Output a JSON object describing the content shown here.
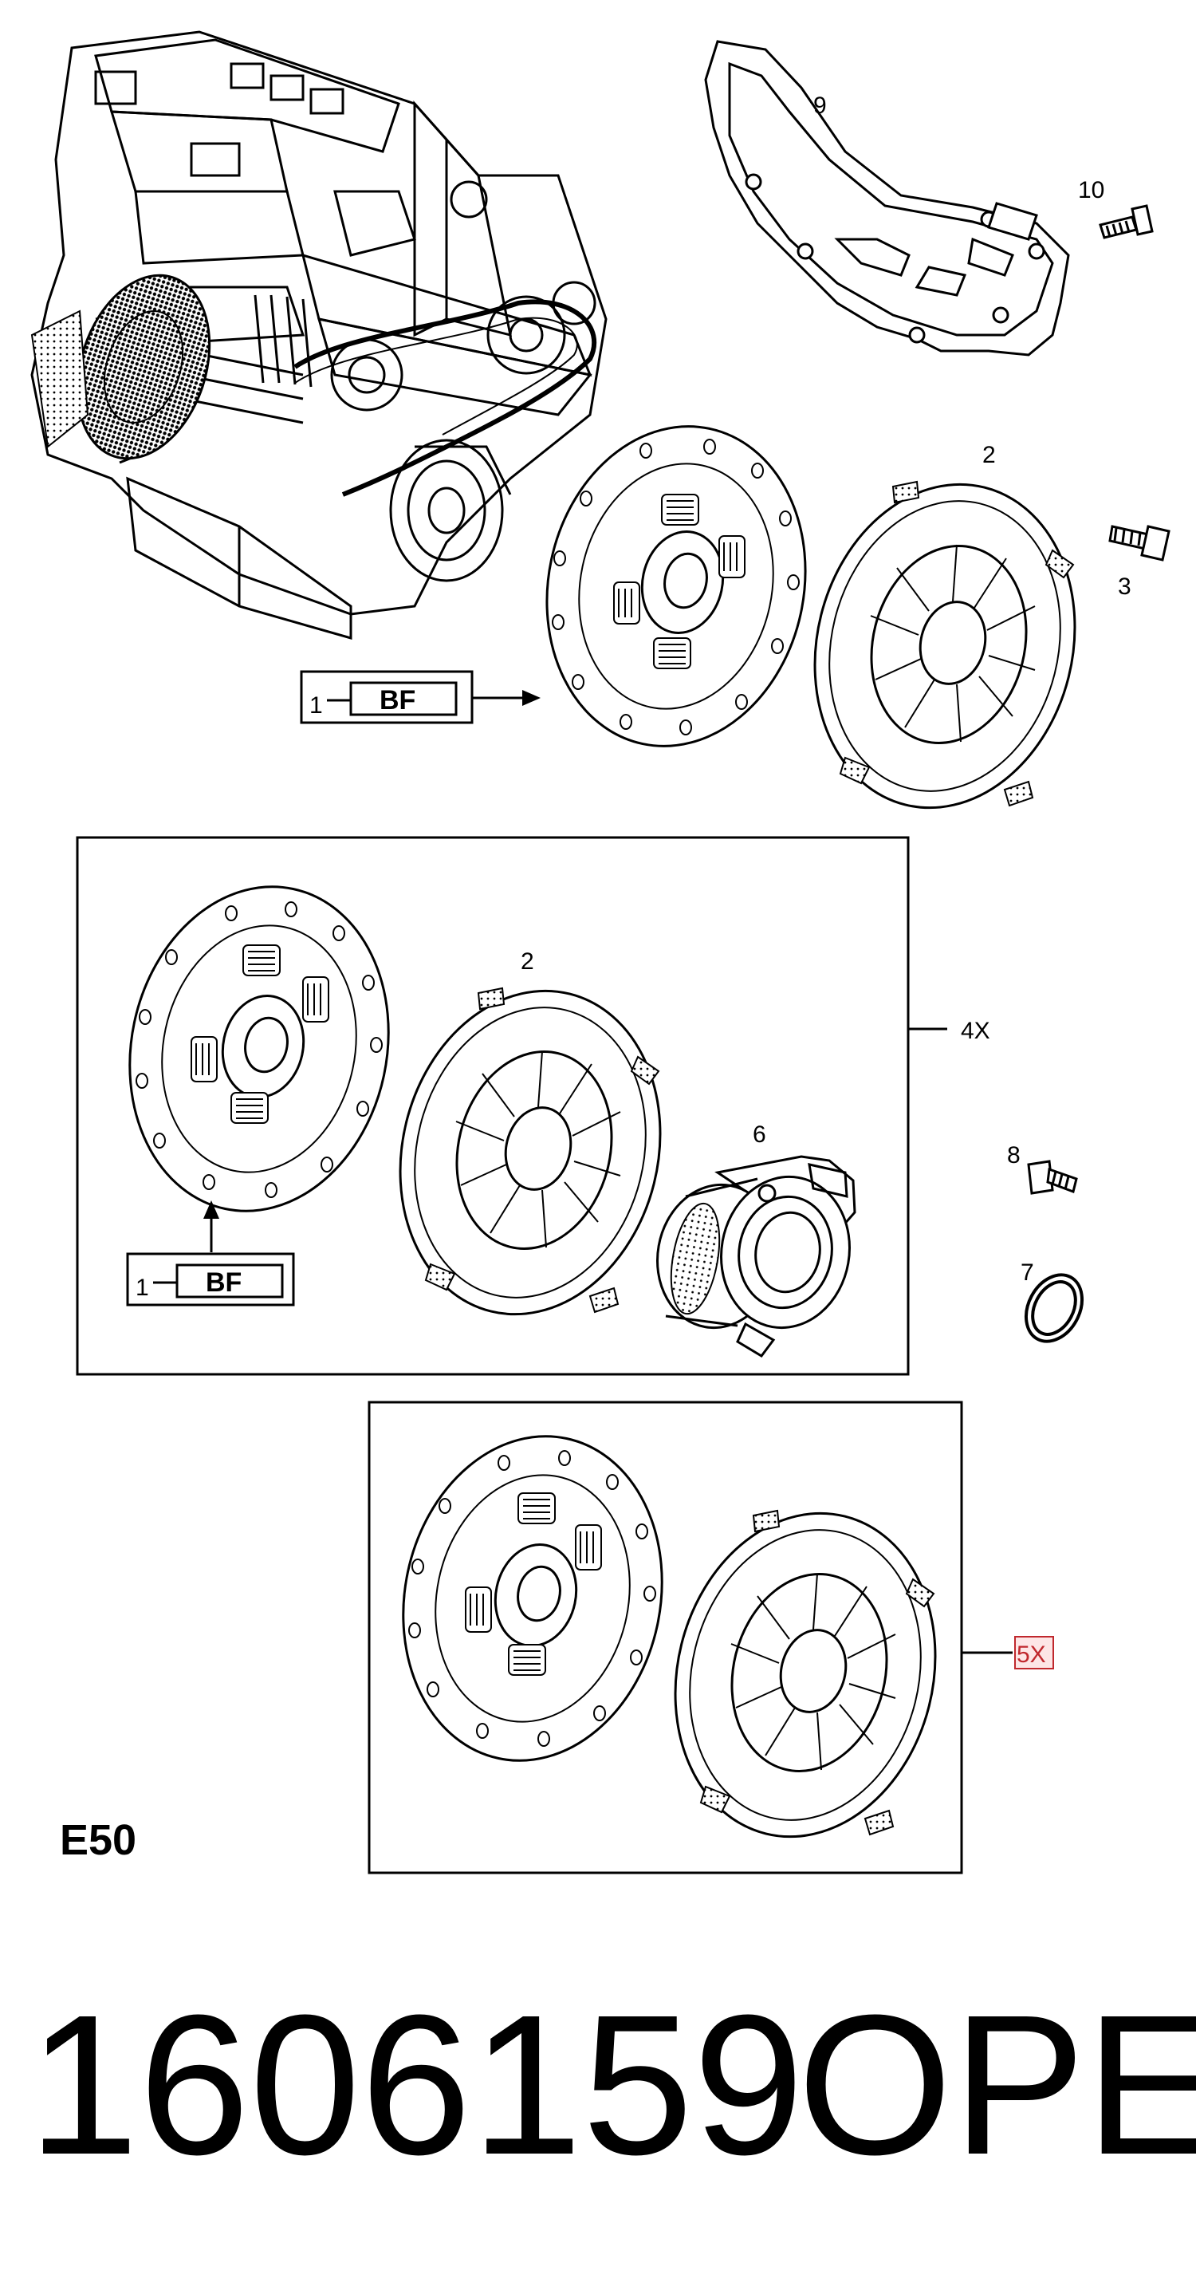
{
  "labels": {
    "shield": "9",
    "shield_bolt": "10",
    "pressure_plate_top": "2",
    "pressure_plate_bolt": "3",
    "pressure_plate_kit": "2",
    "release_bearing": "6",
    "bolt_8": "8",
    "seal_ring": "7"
  },
  "callouts": {
    "disc_top": {
      "qty": "1",
      "code": "BF"
    },
    "disc_kit": {
      "qty": "1",
      "code": "BF"
    }
  },
  "kits": {
    "kit_4x": "4X",
    "kit_5x": "5X"
  },
  "diagram_code": "E50",
  "footer": {
    "part_number": "1606159",
    "brand": "OPEL"
  },
  "colors": {
    "line": "#000000",
    "highlight": "#c0282d",
    "highlight_fill": "#fde6e6"
  }
}
